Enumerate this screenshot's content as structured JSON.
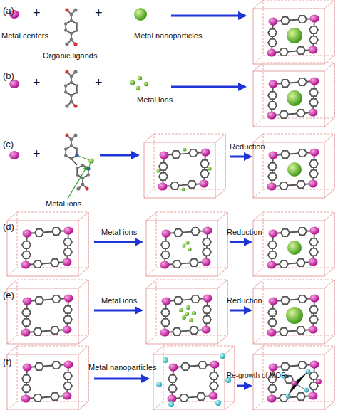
{
  "diagram": {
    "labels": [
      "(a)",
      "+",
      "+",
      "Metal centers",
      "Organic ligands",
      "Metal nanoparticles",
      "(b)",
      "+",
      "+",
      "Metal ions",
      "(c)",
      "+",
      "Metal ions",
      "Reduction",
      "(d)",
      "Metal ions",
      "Reduction",
      "(e)",
      "Metal ions",
      "Reduction",
      "(f)",
      "Metal nanoparticles",
      "Re-growth of MOFs"
    ]
  }
}
